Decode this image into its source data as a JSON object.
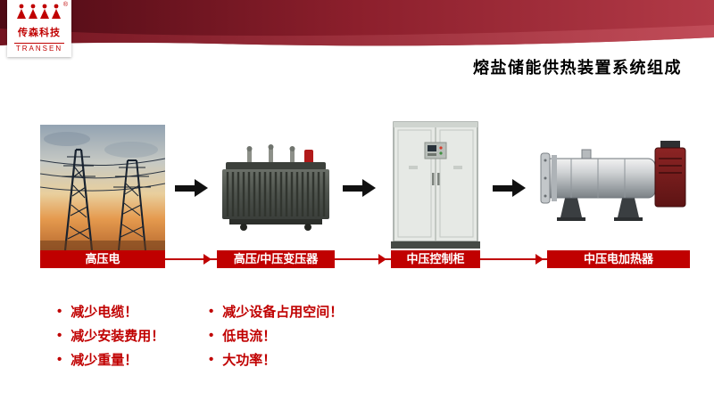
{
  "banner": {
    "logo": {
      "name": "传森科技",
      "sub": "TRANSEN",
      "reg": "®"
    }
  },
  "title": "熔盐储能供热装置系统组成",
  "flow": {
    "items": [
      {
        "label": "高压电",
        "image": "power-towers"
      },
      {
        "label": "高压/中压变压器",
        "image": "transformer"
      },
      {
        "label": "中压控制柜",
        "image": "control-cabinet"
      },
      {
        "label": "中压电加热器",
        "image": "electric-heater"
      }
    ]
  },
  "bullets": {
    "marker": "•",
    "left": [
      "减少电缆！",
      "减少安装费用！",
      "减少重量！"
    ],
    "right": [
      "减少设备占用空间！",
      "低电流！",
      "大功率！"
    ]
  },
  "icons": {
    "arrow_right": "css-triangle",
    "logo_mark": "red-figures",
    "flow_connector_arrow": "css-triangle-red"
  },
  "colors": {
    "accent_red": "#C00000",
    "banner_dark": "#4E0A14",
    "banner_light": "#B23A47",
    "label_bg": "#C00000",
    "label_text": "#FFFFFF",
    "title_color": "#000000",
    "arrow_black": "#111111"
  }
}
